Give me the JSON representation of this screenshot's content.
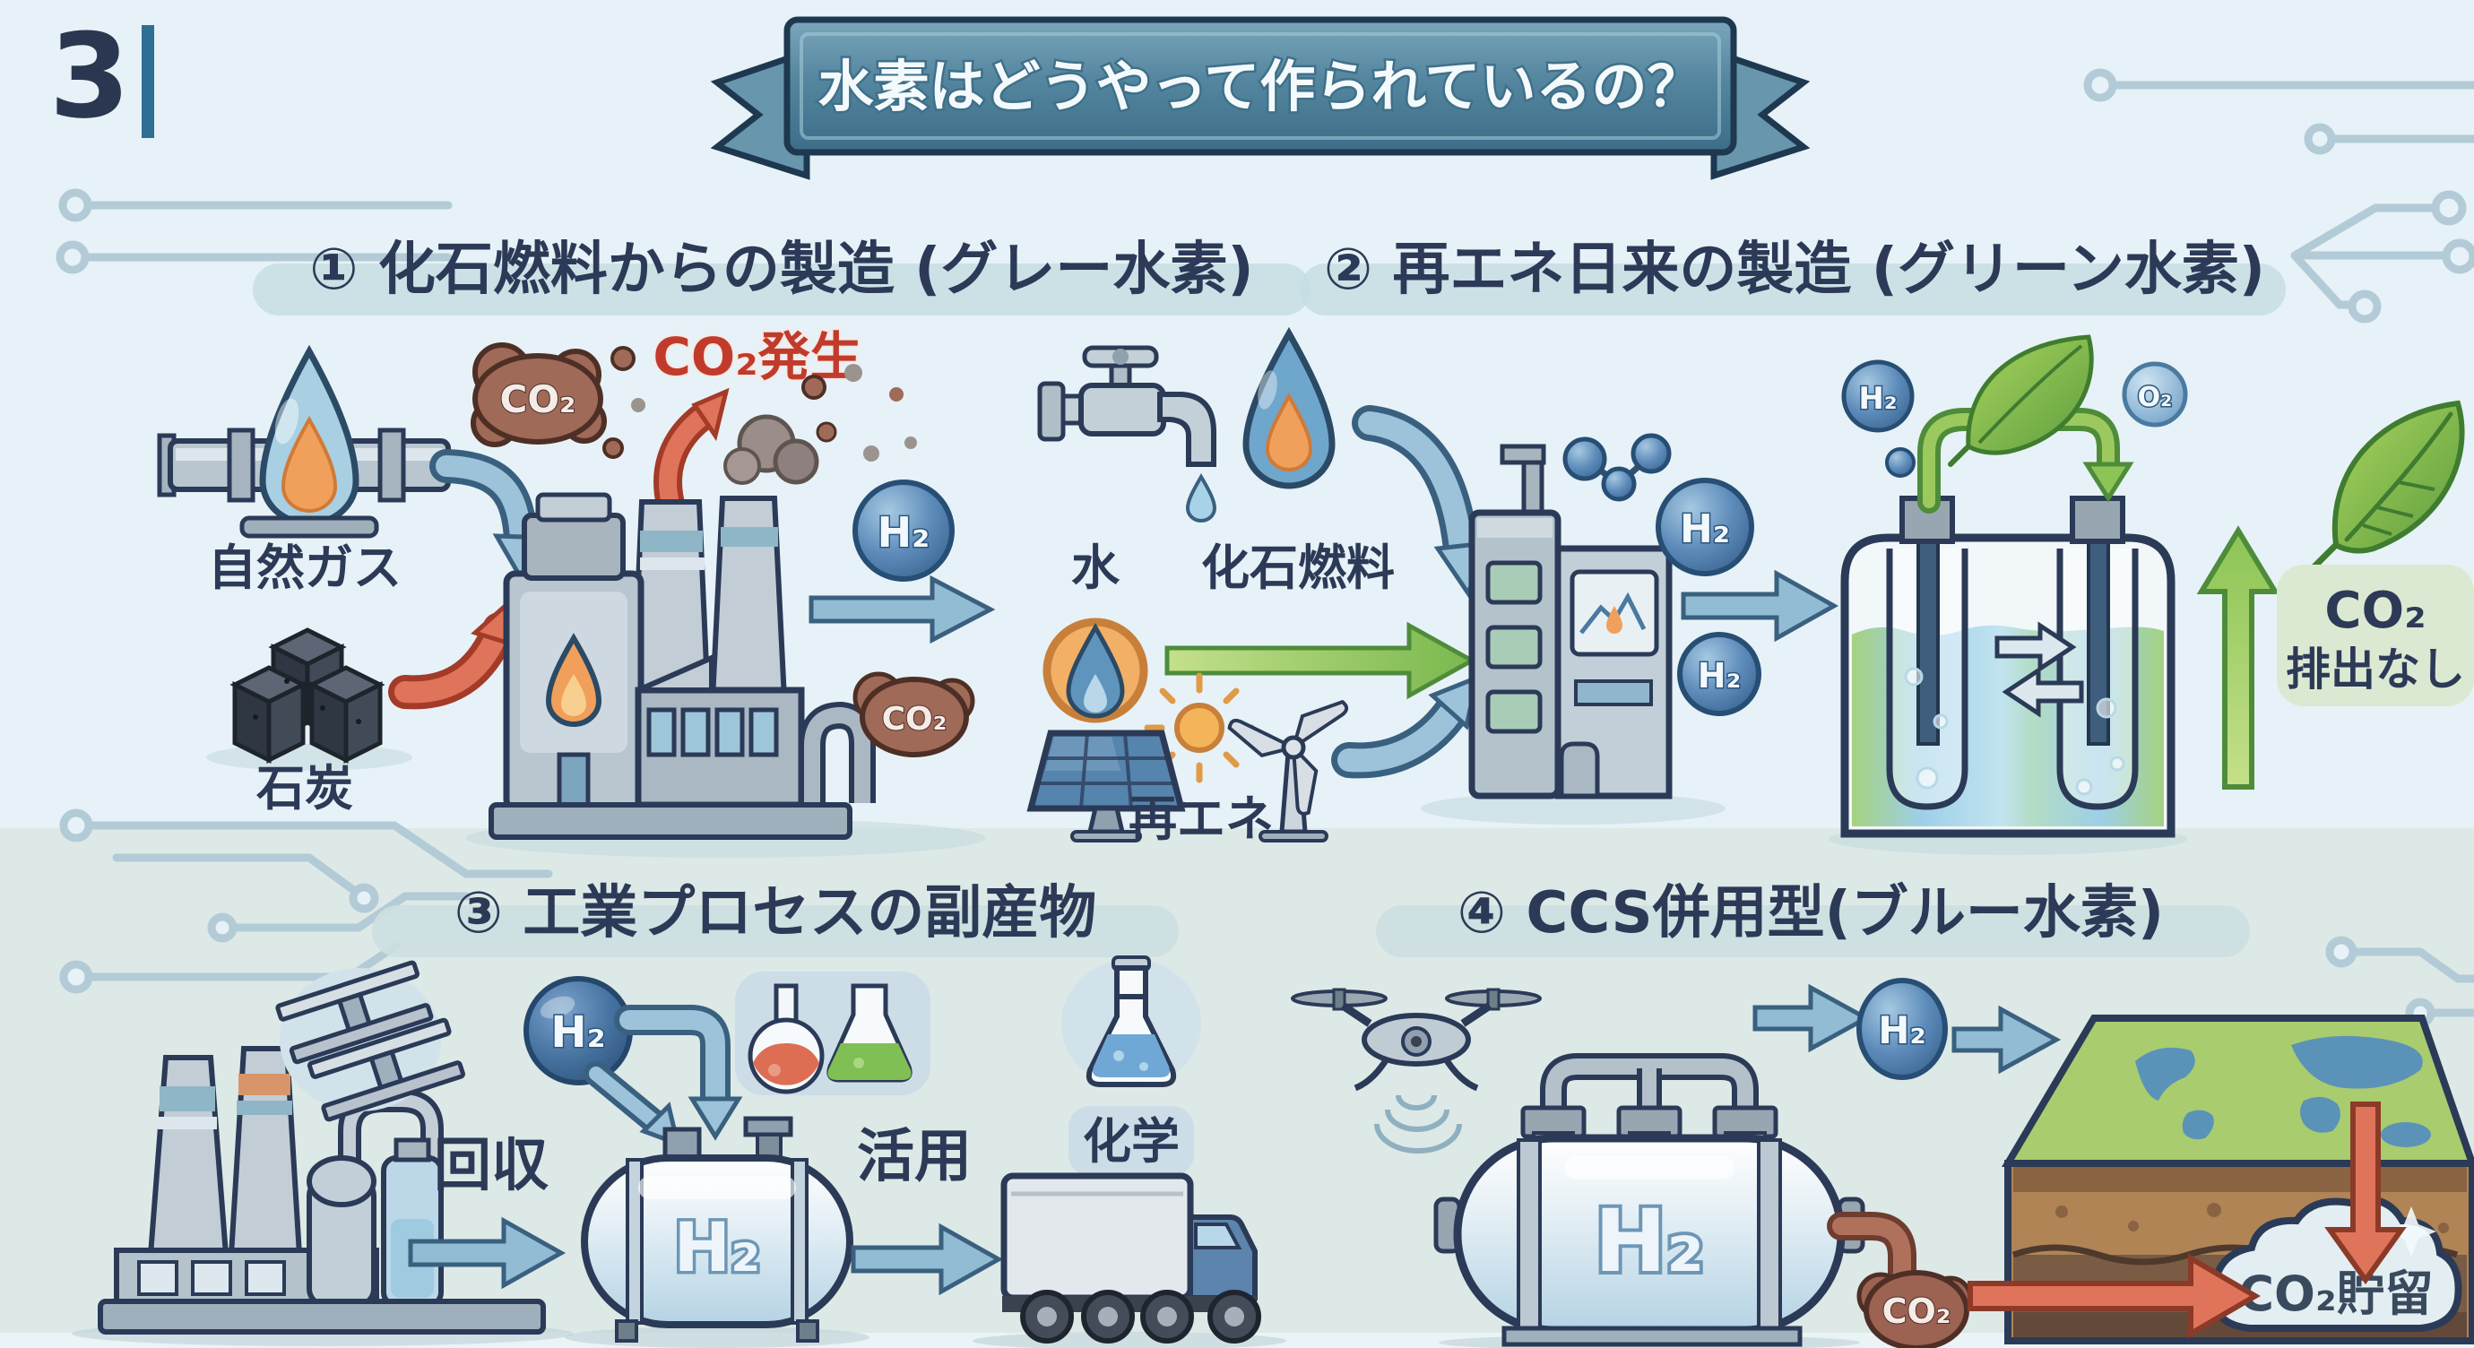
{
  "page": {
    "number": "3",
    "title": "水素はどうやって作られているの？"
  },
  "colors": {
    "background_top": "#e6f2f7",
    "background_bottom": "#dde9e6",
    "ribbon_teal": "#4f7f9b",
    "heading_navy": "#2c3a57",
    "alert_red": "#c13b2c",
    "co2_brown": "#9c6252",
    "h2_blue": "#4a7aaa",
    "arrow_blue": "#92bbd4",
    "arrow_red": "#e0745a",
    "eco_green": "#7ab84e",
    "no_emission_box": "#dce9d2"
  },
  "sections": {
    "one": {
      "heading": "① 化石燃料からの製造 (グレー水素)",
      "natural_gas": "自然ガス",
      "coal": "石炭",
      "co2_cloud": "CO₂",
      "co2_alert": "CO₂発生",
      "h2_badge": "H₂",
      "co2_out": "CO₂"
    },
    "two": {
      "heading": "② 再エネ日来の製造 (グリーン水素)",
      "water": "水",
      "fossil": "化石燃料",
      "renewable": "再エネ",
      "h2_badge_a": "H₂",
      "h2_badge_b": "H₂",
      "h2_bubble": "H₂",
      "o2_bubble": "O₂",
      "no_emission_line1": "CO₂",
      "no_emission_line2": "排出なし"
    },
    "three": {
      "heading": "③ 工業プロセスの副産物",
      "h2_badge": "H₂",
      "recover": "回収",
      "tank_label": "H₂",
      "use": "活用",
      "chemistry": "化学"
    },
    "four": {
      "heading": "④ CCS併用型(ブルー水素)",
      "tank_label": "H₂",
      "h2_badge": "H₂",
      "co2_badge": "CO₂",
      "storage": "CO₂貯留"
    }
  }
}
